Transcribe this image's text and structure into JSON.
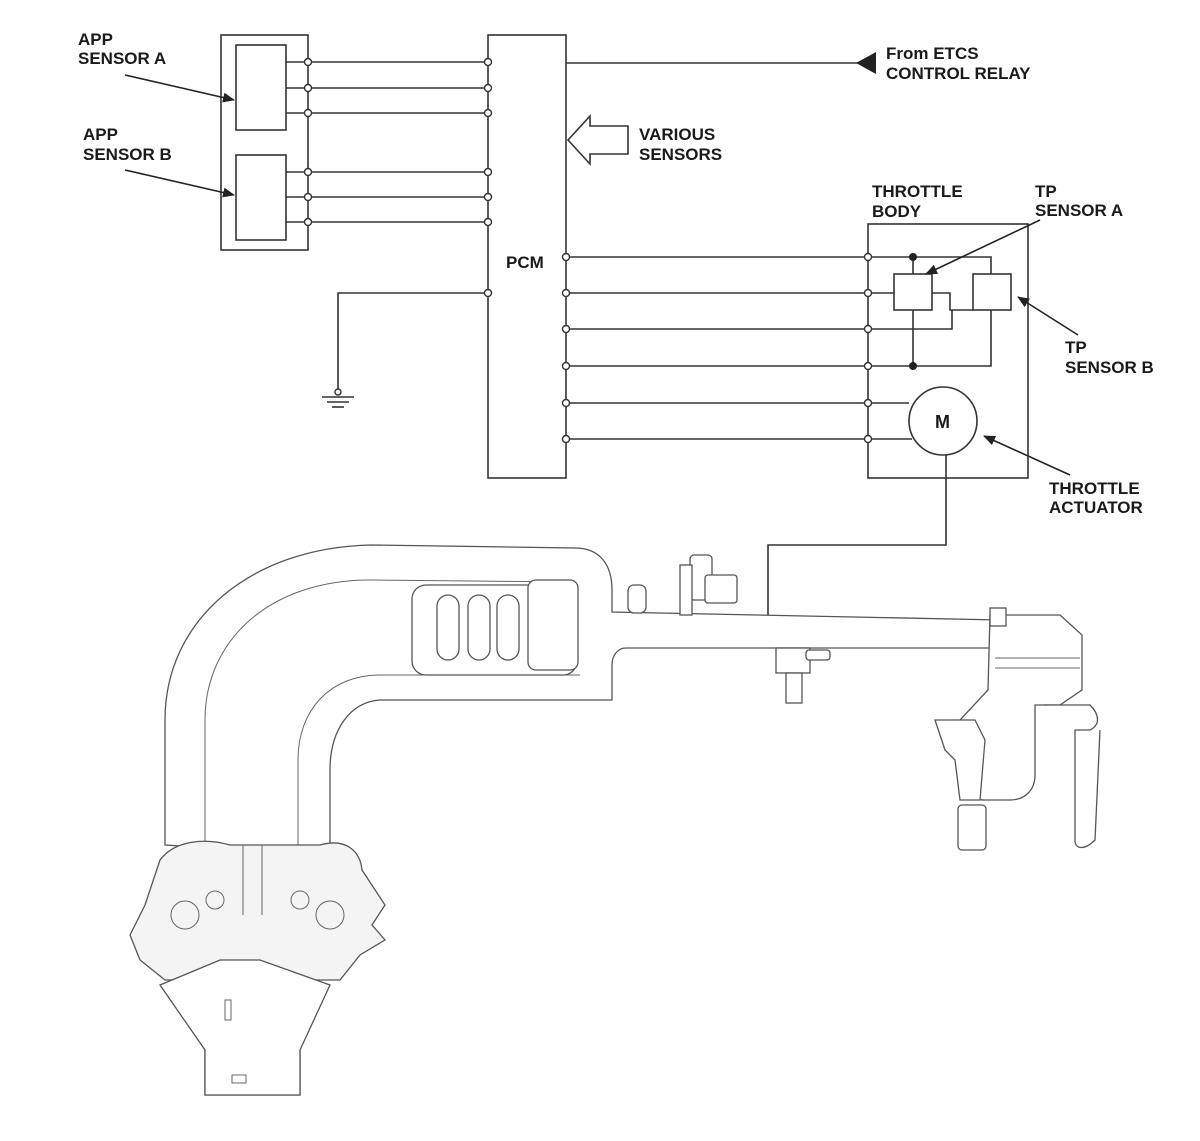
{
  "labels": {
    "app_sensor_a": [
      "APP",
      "SENSOR A"
    ],
    "app_sensor_b": [
      "APP",
      "SENSOR B"
    ],
    "pcm": "PCM",
    "etcs_relay": [
      "From ETCS",
      "CONTROL RELAY"
    ],
    "various_sensors": [
      "VARIOUS",
      "SENSORS"
    ],
    "throttle_body": [
      "THROTTLE",
      "BODY"
    ],
    "tp_sensor_a": [
      "TP",
      "SENSOR A"
    ],
    "tp_sensor_b": [
      "TP",
      "SENSOR B"
    ],
    "motor": "M",
    "throttle_actuator": [
      "THROTTLE",
      "ACTUATOR"
    ]
  }
}
